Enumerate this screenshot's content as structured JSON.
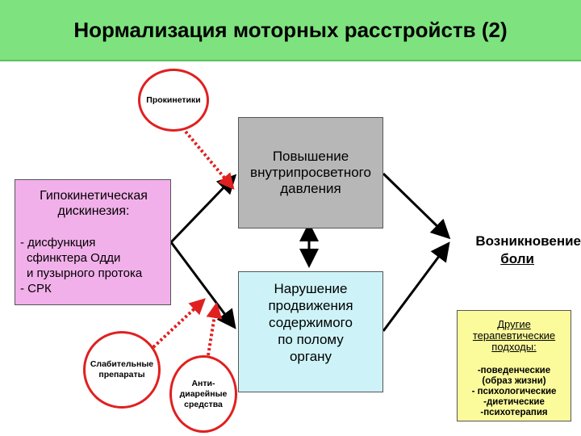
{
  "title": "Нормализация моторных расстройств (2)",
  "nodes": {
    "prokinetics": "Прокинетики",
    "pressure": [
      "Повышение",
      "внутрипросветного",
      "давления"
    ],
    "dyskinesia": {
      "heading": [
        "Гипокинетическая",
        "дискинезия:"
      ],
      "lines": [
        "- дисфункция",
        "  сфинктера Одди",
        "  и пузырного протока",
        "- СРК"
      ]
    },
    "motility": [
      "Нарушение",
      "продвижения",
      "содержимого",
      "по полому",
      "органу"
    ],
    "pain": [
      "Возникновение",
      "боли"
    ],
    "laxatives": [
      "Слабительные",
      "препараты"
    ],
    "antidiarrheal": [
      "Анти-",
      "диарейные",
      "средства"
    ],
    "other": {
      "heading": [
        "Другие",
        "терапевтические",
        "подходы:"
      ],
      "items": [
        "-поведенческие",
        "(образ жизни)",
        "- психологические",
        "-диетические",
        "-психотерапия"
      ]
    }
  },
  "colors": {
    "title_bg": "#7ee37e",
    "pressure_box": "#b7b7b7",
    "motility_box": "#cdf3f8",
    "dyskinesia_box": "#f2b0ea",
    "other_box": "#fbfb9c",
    "circle_border": "#e02020",
    "dotted_arrow": "#e02020"
  }
}
